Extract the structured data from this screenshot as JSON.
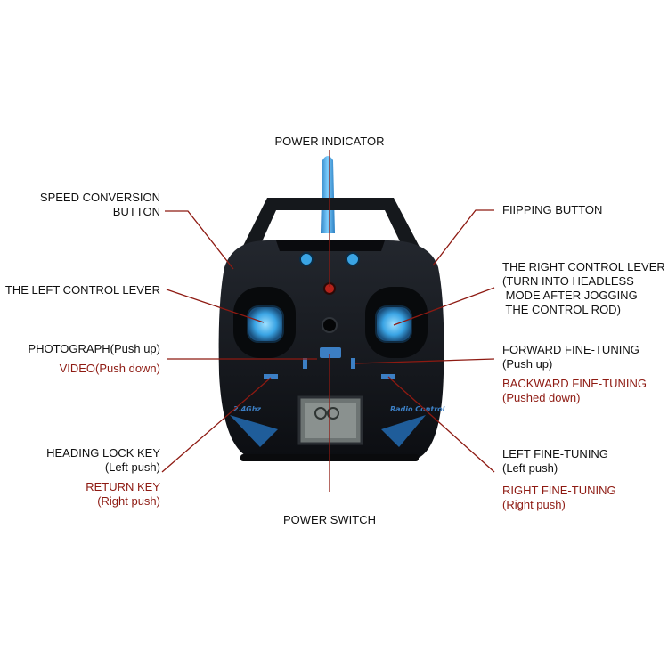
{
  "labels": {
    "power_indicator": "POWER INDICATOR",
    "speed_conversion": "SPEED CONVERSION\nBUTTON",
    "flipping": "FIIPPING BUTTON",
    "left_lever": "THE LEFT CONTROL LEVER",
    "right_lever": "THE RIGHT CONTROL LEVER\n(TURN INTO HEADLESS\n MODE AFTER JOGGING\n THE CONTROL ROD)",
    "photograph": "PHOTOGRAPH(Push up)",
    "video": "VIDEO(Push down)",
    "forward_fine": "FORWARD FINE-TUNING\n(Push up)",
    "backward_fine": "BACKWARD FINE-TUNING\n(Pushed down)",
    "heading_lock": "HEADING LOCK KEY\n(Left push)",
    "return_key": "RETURN KEY\n(Right push)",
    "left_fine": "LEFT FINE-TUNING\n(Left push)",
    "right_fine": "RIGHT FINE-TUNING\n(Right push)",
    "power_switch": "POWER SWITCH"
  },
  "device": {
    "freq_text": "2.4Ghz",
    "brand_text": "Radio Control"
  },
  "colors": {
    "leader_line": "#8e1a12",
    "accent_blue": "#3c7fc4",
    "body_black": "#14171c"
  }
}
